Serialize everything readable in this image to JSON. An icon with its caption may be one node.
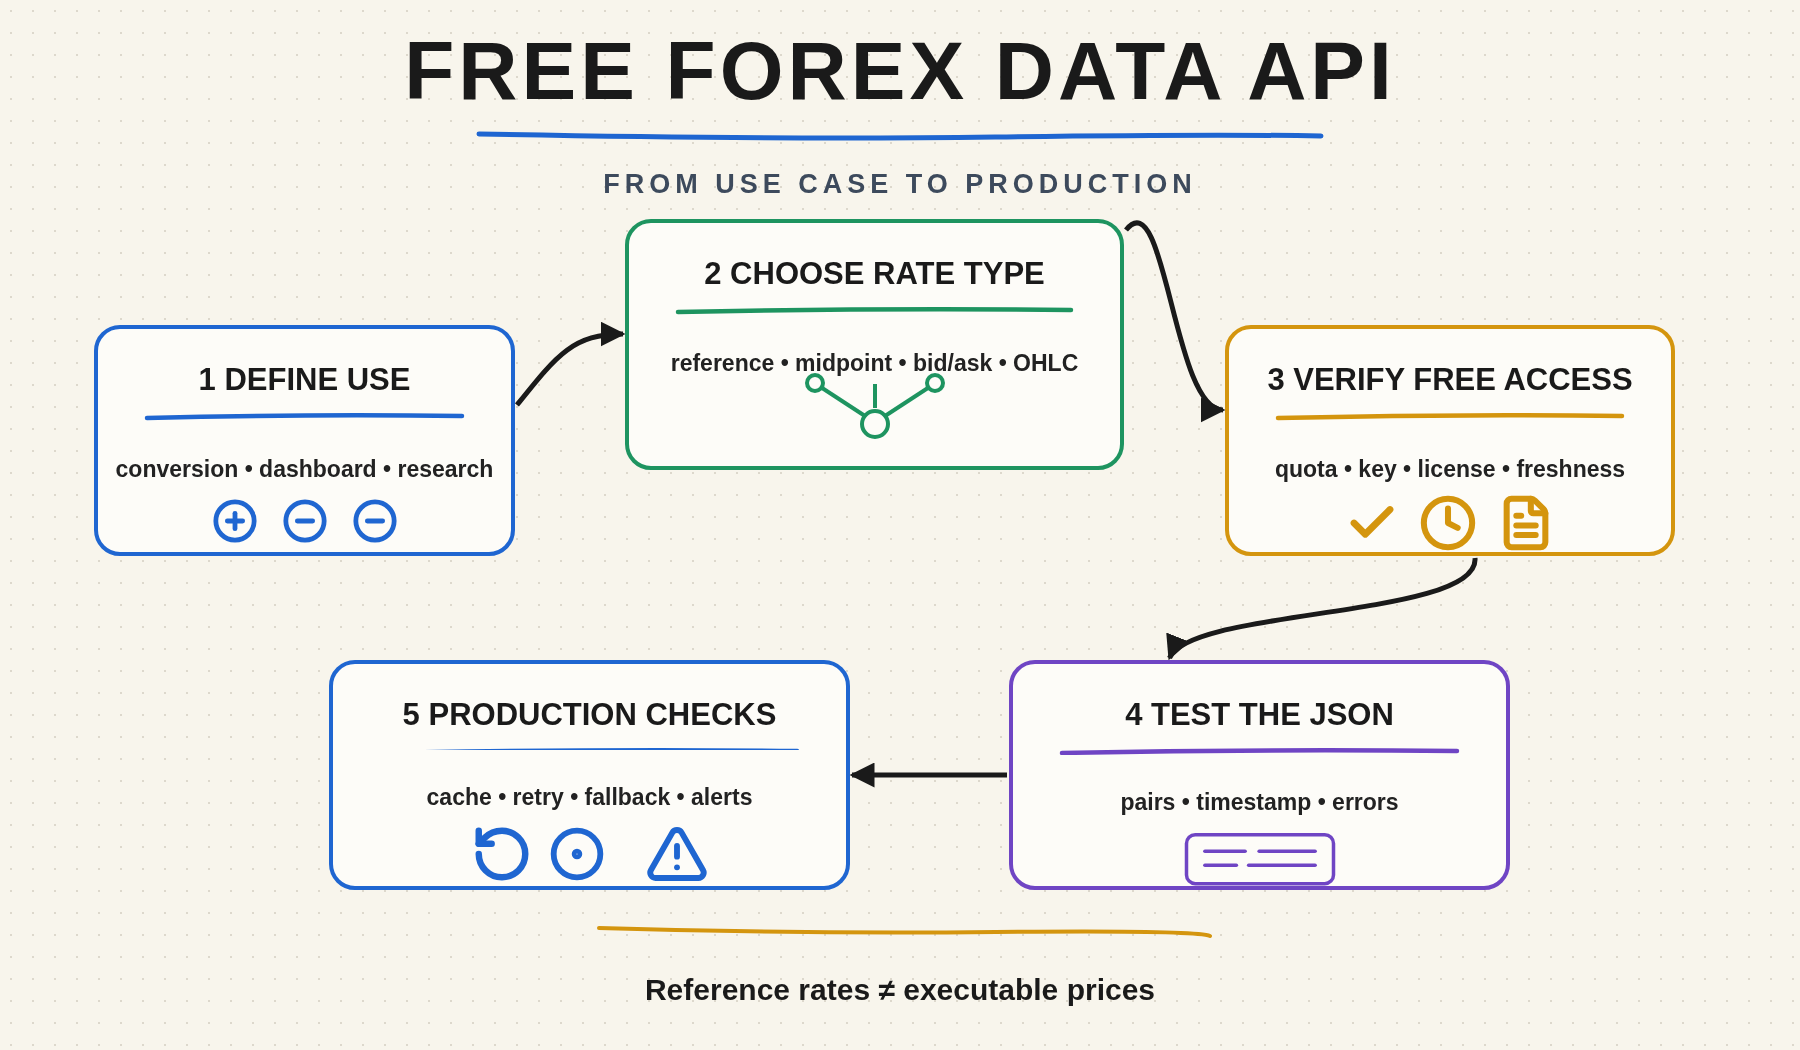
{
  "diagram": {
    "title": "FREE FOREX DATA API",
    "nodes": [
      {
        "text": [
          "1 DEFINE USE",
          "conversion • dashboard • research"
        ]
      },
      {
        "text": [
          "2 CHOOSE RATE TYPE",
          "reference • midpoint • bid/ask • OHLC"
        ]
      },
      {
        "text": [
          "3 VERIFY FREE ACCESS",
          "quota • key • license • freshness"
        ]
      },
      {
        "text": [
          "4 TEST THE JSON",
          "pairs • timestamp • errors"
        ]
      },
      {
        "text": [
          "5 PRODUCTION CHECKS",
          "cache • retry • fallback • alerts"
        ]
      }
    ],
    "edges": [
      {
        "from": 0,
        "to": 1,
        "arrow": "to"
      },
      {
        "from": 1,
        "to": 2,
        "arrow": "to"
      },
      {
        "from": 2,
        "to": 3,
        "arrow": "to"
      },
      {
        "from": 3,
        "to": 4,
        "arrow": "to"
      }
    ],
    "labels": [
      "FROM USE CASE TO PRODUCTION",
      "Reference rates ≠ executable prices"
    ]
  }
}
